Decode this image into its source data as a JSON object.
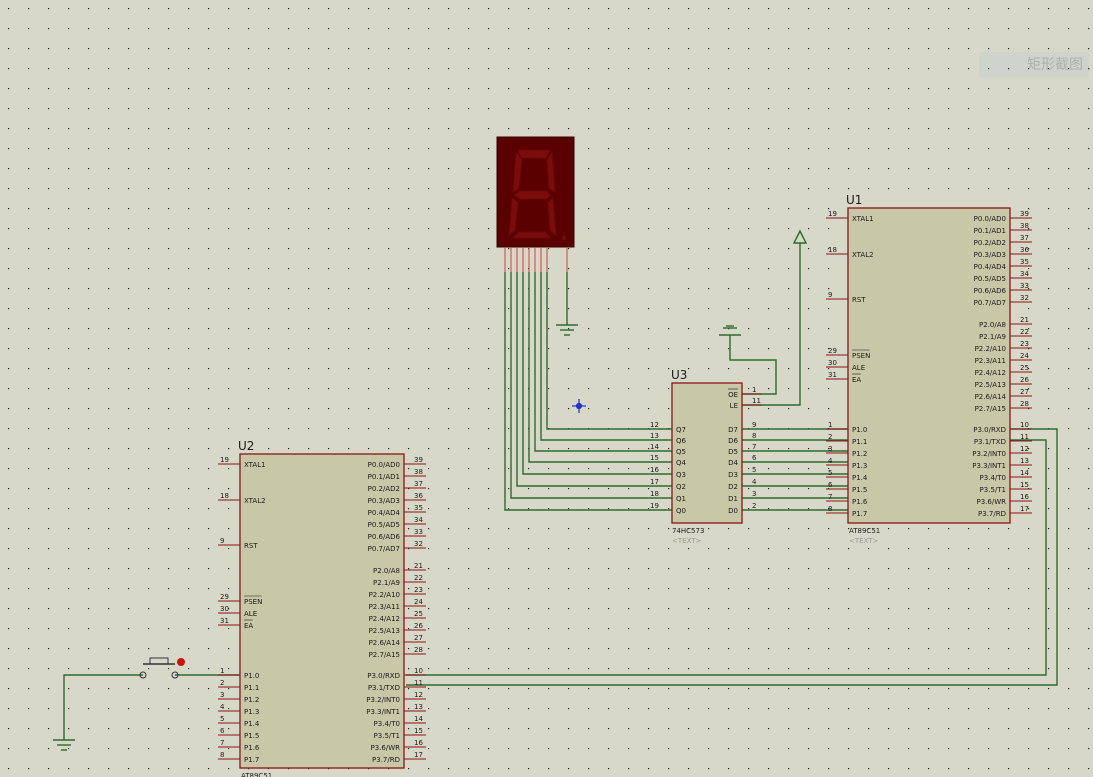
{
  "colors": {
    "background": "#d8d8c8",
    "grid_dot": "#1a1a1a",
    "component_fill": "#c8c8a8",
    "component_outline": "#8a1414",
    "wire": "#2e6b2e",
    "text": "#1a1a1a",
    "pin_line": "#8a1414",
    "seg_body": "#5a0000",
    "seg_off": "#7a0c0c"
  },
  "overlay": {
    "screenshot_tool_label": "矩形截图"
  },
  "components": {
    "u1": {
      "ref": "U1",
      "part": "AT89C51",
      "text": "<TEXT>",
      "left_pins": [
        {
          "num": "19",
          "name": "XTAL1"
        },
        {
          "num": "18",
          "name": "XTAL2"
        },
        {
          "num": "9",
          "name": "RST"
        },
        {
          "num": "29",
          "name": "PSEN"
        },
        {
          "num": "30",
          "name": "ALE"
        },
        {
          "num": "31",
          "name": "EA"
        },
        {
          "num": "1",
          "name": "P1.0"
        },
        {
          "num": "2",
          "name": "P1.1"
        },
        {
          "num": "3",
          "name": "P1.2"
        },
        {
          "num": "4",
          "name": "P1.3"
        },
        {
          "num": "5",
          "name": "P1.4"
        },
        {
          "num": "6",
          "name": "P1.5"
        },
        {
          "num": "7",
          "name": "P1.6"
        },
        {
          "num": "8",
          "name": "P1.7"
        }
      ],
      "right_pins": [
        {
          "num": "39",
          "name": "P0.0/AD0"
        },
        {
          "num": "38",
          "name": "P0.1/AD1"
        },
        {
          "num": "37",
          "name": "P0.2/AD2"
        },
        {
          "num": "36",
          "name": "P0.3/AD3"
        },
        {
          "num": "35",
          "name": "P0.4/AD4"
        },
        {
          "num": "34",
          "name": "P0.5/AD5"
        },
        {
          "num": "33",
          "name": "P0.6/AD6"
        },
        {
          "num": "32",
          "name": "P0.7/AD7"
        },
        {
          "num": "21",
          "name": "P2.0/A8"
        },
        {
          "num": "22",
          "name": "P2.1/A9"
        },
        {
          "num": "23",
          "name": "P2.2/A10"
        },
        {
          "num": "24",
          "name": "P2.3/A11"
        },
        {
          "num": "25",
          "name": "P2.4/A12"
        },
        {
          "num": "26",
          "name": "P2.5/A13"
        },
        {
          "num": "27",
          "name": "P2.6/A14"
        },
        {
          "num": "28",
          "name": "P2.7/A15"
        },
        {
          "num": "10",
          "name": "P3.0/RXD"
        },
        {
          "num": "11",
          "name": "P3.1/TXD"
        },
        {
          "num": "12",
          "name": "P3.2/INT0"
        },
        {
          "num": "13",
          "name": "P3.3/INT1"
        },
        {
          "num": "14",
          "name": "P3.4/T0"
        },
        {
          "num": "15",
          "name": "P3.5/T1"
        },
        {
          "num": "16",
          "name": "P3.6/WR"
        },
        {
          "num": "17",
          "name": "P3.7/RD"
        }
      ]
    },
    "u2": {
      "ref": "U2",
      "part": "AT89C51",
      "left_pins": [
        {
          "num": "19",
          "name": "XTAL1"
        },
        {
          "num": "18",
          "name": "XTAL2"
        },
        {
          "num": "9",
          "name": "RST"
        },
        {
          "num": "29",
          "name": "PSEN"
        },
        {
          "num": "30",
          "name": "ALE"
        },
        {
          "num": "31",
          "name": "EA"
        },
        {
          "num": "1",
          "name": "P1.0"
        },
        {
          "num": "2",
          "name": "P1.1"
        },
        {
          "num": "3",
          "name": "P1.2"
        },
        {
          "num": "4",
          "name": "P1.3"
        },
        {
          "num": "5",
          "name": "P1.4"
        },
        {
          "num": "6",
          "name": "P1.5"
        },
        {
          "num": "7",
          "name": "P1.6"
        },
        {
          "num": "8",
          "name": "P1.7"
        }
      ],
      "right_pins": [
        {
          "num": "39",
          "name": "P0.0/AD0"
        },
        {
          "num": "38",
          "name": "P0.1/AD1"
        },
        {
          "num": "37",
          "name": "P0.2/AD2"
        },
        {
          "num": "36",
          "name": "P0.3/AD3"
        },
        {
          "num": "35",
          "name": "P0.4/AD4"
        },
        {
          "num": "34",
          "name": "P0.5/AD5"
        },
        {
          "num": "33",
          "name": "P0.6/AD6"
        },
        {
          "num": "32",
          "name": "P0.7/AD7"
        },
        {
          "num": "21",
          "name": "P2.0/A8"
        },
        {
          "num": "22",
          "name": "P2.1/A9"
        },
        {
          "num": "23",
          "name": "P2.2/A10"
        },
        {
          "num": "24",
          "name": "P2.3/A11"
        },
        {
          "num": "25",
          "name": "P2.4/A12"
        },
        {
          "num": "26",
          "name": "P2.5/A13"
        },
        {
          "num": "27",
          "name": "P2.6/A14"
        },
        {
          "num": "28",
          "name": "P2.7/A15"
        },
        {
          "num": "10",
          "name": "P3.0/RXD"
        },
        {
          "num": "11",
          "name": "P3.1/TXD"
        },
        {
          "num": "12",
          "name": "P3.2/INT0"
        },
        {
          "num": "13",
          "name": "P3.3/INT1"
        },
        {
          "num": "14",
          "name": "P3.4/T0"
        },
        {
          "num": "15",
          "name": "P3.5/T1"
        },
        {
          "num": "16",
          "name": "P3.6/WR"
        },
        {
          "num": "17",
          "name": "P3.7/RD"
        }
      ]
    },
    "u3": {
      "ref": "U3",
      "part": "74HC573",
      "text": "<TEXT>",
      "top_pins": [
        {
          "num": "1",
          "name": "OE"
        },
        {
          "num": "11",
          "name": "LE"
        }
      ],
      "left_pins": [
        {
          "num": "12",
          "name": "Q7"
        },
        {
          "num": "13",
          "name": "Q6"
        },
        {
          "num": "14",
          "name": "Q5"
        },
        {
          "num": "15",
          "name": "Q4"
        },
        {
          "num": "16",
          "name": "Q3"
        },
        {
          "num": "17",
          "name": "Q2"
        },
        {
          "num": "18",
          "name": "Q1"
        },
        {
          "num": "19",
          "name": "Q0"
        }
      ],
      "right_pins": [
        {
          "num": "9",
          "name": "D7"
        },
        {
          "num": "8",
          "name": "D6"
        },
        {
          "num": "7",
          "name": "D5"
        },
        {
          "num": "6",
          "name": "D4"
        },
        {
          "num": "5",
          "name": "D3"
        },
        {
          "num": "4",
          "name": "D2"
        },
        {
          "num": "3",
          "name": "D1"
        },
        {
          "num": "2",
          "name": "D0"
        }
      ]
    }
  }
}
